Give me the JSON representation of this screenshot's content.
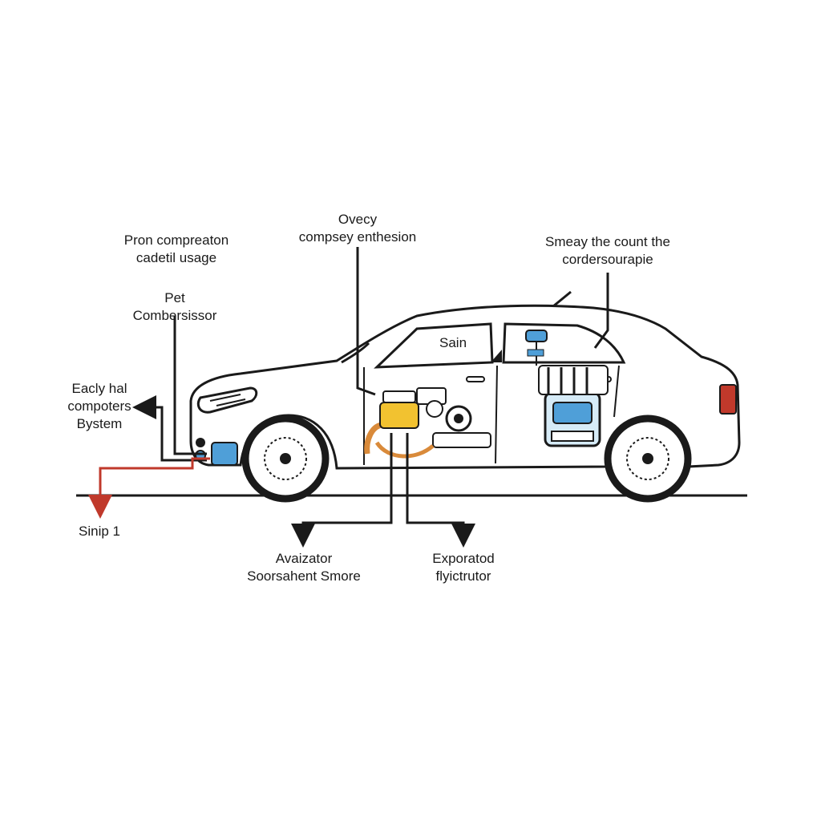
{
  "labels": {
    "compression_usage": [
      "Pron compreaton",
      "cadetil usage"
    ],
    "compressor": [
      "Pet",
      "Combersissor"
    ],
    "early_system": [
      "Eacly hal",
      "compoters",
      "Bystem"
    ],
    "compsey": [
      "Ovecy",
      "compsey enthesion"
    ],
    "condenser": [
      "Smeay the count the",
      "cordersourapie"
    ],
    "cabin": "Sain",
    "step": "Sinip 1",
    "avaizator": [
      "Avaizator",
      "Soorsahent Smore"
    ],
    "exporatod": [
      "Exporatod",
      "flyictrutor"
    ]
  },
  "colors": {
    "outline": "#1a1a1a",
    "evaporator_yellow": "#f2c230",
    "coolant_blue": "#4f9fd8",
    "pipe_orange": "#d98a3a",
    "refrigerant_red": "#c0392b",
    "tail_light": "#c0392b"
  },
  "icons": [
    "compressor-icon",
    "evaporator-icon",
    "condenser-unit-icon",
    "accumulator-icon"
  ]
}
